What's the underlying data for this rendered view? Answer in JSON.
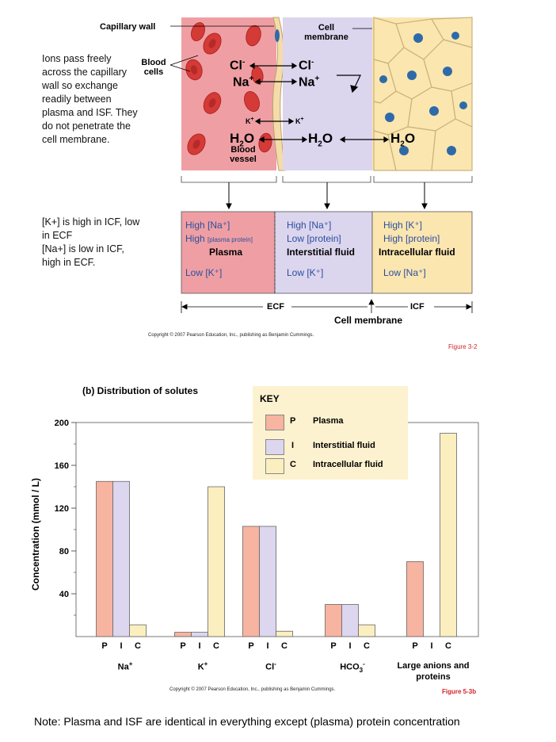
{
  "top": {
    "side_notes": {
      "ions": "Ions pass freely across the capillary wall so exchange readily between plasma and ISF. They do not penetrate the cell membrane.",
      "k_na": "[K+] is high in ICF, low in ECF\n[Na+] is low in ICF, high in ECF."
    },
    "labels": {
      "capillary_wall": "Capillary wall",
      "cell_membrane_top": "Cell membrane",
      "blood_cells": "Blood cells",
      "blood_vessel": "Blood vessel",
      "cl": "Cl",
      "na": "Na",
      "k": "K",
      "h2o": "H",
      "h2o_rest": "O"
    },
    "boxes": {
      "plasma": {
        "line1": "High [Na⁺]",
        "line2a": "High ",
        "line2b": "[plasma protein]",
        "name": "Plasma",
        "line3": "Low [K⁺]"
      },
      "isf": {
        "line1": "High [Na⁺]",
        "line2": "Low [protein]",
        "name": "Interstitial fluid",
        "line3": "Low [K⁺]"
      },
      "icf": {
        "line1": "High [K⁺]",
        "line2": "High [protein]",
        "name": "Intracellular fluid",
        "line3": "Low [Na⁺]"
      }
    },
    "bottom_labels": {
      "ecf": "ECF",
      "icf": "ICF",
      "cell_membrane": "Cell membrane"
    },
    "copyright": "Copyright © 2007 Pearson Education, Inc., publishing as Benjamin Cummings.",
    "figure": "Figure 3-2"
  },
  "chart_data": {
    "type": "bar",
    "title": "(b) Distribution of solutes",
    "ylabel": "Concentration (mmol / L)",
    "ylim": [
      0,
      200
    ],
    "yticks": [
      40,
      80,
      120,
      160,
      200
    ],
    "categories": [
      "Na+",
      "K+",
      "Cl-",
      "HCO3-",
      "Large anions and proteins"
    ],
    "category_labels": [
      {
        "main": "Na",
        "sup": "+"
      },
      {
        "main": "K",
        "sup": "+"
      },
      {
        "main": "Cl",
        "sup": "-"
      },
      {
        "main": "HCO",
        "sub": "3",
        "sup": "-"
      },
      {
        "main": "Large anions and proteins"
      }
    ],
    "sub_labels": [
      "P",
      "I",
      "C"
    ],
    "series": [
      {
        "name": "Plasma",
        "key": "P",
        "color": "#f7b4a0",
        "values": [
          145,
          4,
          103,
          30,
          70
        ]
      },
      {
        "name": "Interstitial fluid",
        "key": "I",
        "color": "#ddd6ef",
        "values": [
          145,
          4,
          103,
          30,
          0
        ]
      },
      {
        "name": "Intracellular fluid",
        "key": "C",
        "color": "#fbefc0",
        "values": [
          11,
          140,
          5,
          11,
          190
        ]
      }
    ],
    "legend": {
      "title": "KEY",
      "placement": "top-right"
    },
    "copyright": "Copyright © 2007 Pearson Education, Inc., publishing as Benjamin Cummings.",
    "figure": "Figure 5-3b"
  },
  "footer_note": "Note: Plasma and ISF are identical in everything except (plasma) protein concentration",
  "colors": {
    "plasma": "#ee9fa3",
    "isf": "#dcd5ee",
    "icf": "#fbe6b0",
    "blood_cell": "#d43a36",
    "nucleus": "#2f6aa8"
  }
}
